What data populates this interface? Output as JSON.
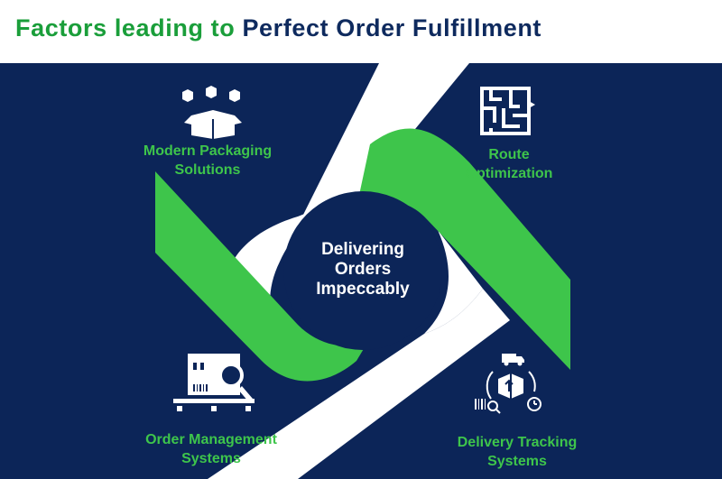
{
  "header": {
    "title_part1": "Factors leading to",
    "title_part2": "Perfect Order Fulfillment"
  },
  "center": {
    "line1": "Delivering",
    "line2": "Orders",
    "line3": "Impeccably"
  },
  "factors": {
    "top_left": {
      "line1": "Modern Packaging",
      "line2": "Solutions",
      "icon": "packaging-boxes-icon"
    },
    "top_right": {
      "line1": "Route",
      "line2": "Optimization",
      "icon": "maze-route-icon"
    },
    "bottom_left": {
      "line1": "Order Management",
      "line2": "Systems",
      "icon": "order-inspection-icon"
    },
    "bottom_right": {
      "line1": "Delivery Tracking",
      "line2": "Systems",
      "icon": "delivery-tracking-icon"
    }
  },
  "colors": {
    "navy": "#0c2558",
    "green": "#3ec54b",
    "title_green": "#1a9e3a",
    "title_navy": "#0e2a5e",
    "white": "#ffffff"
  }
}
